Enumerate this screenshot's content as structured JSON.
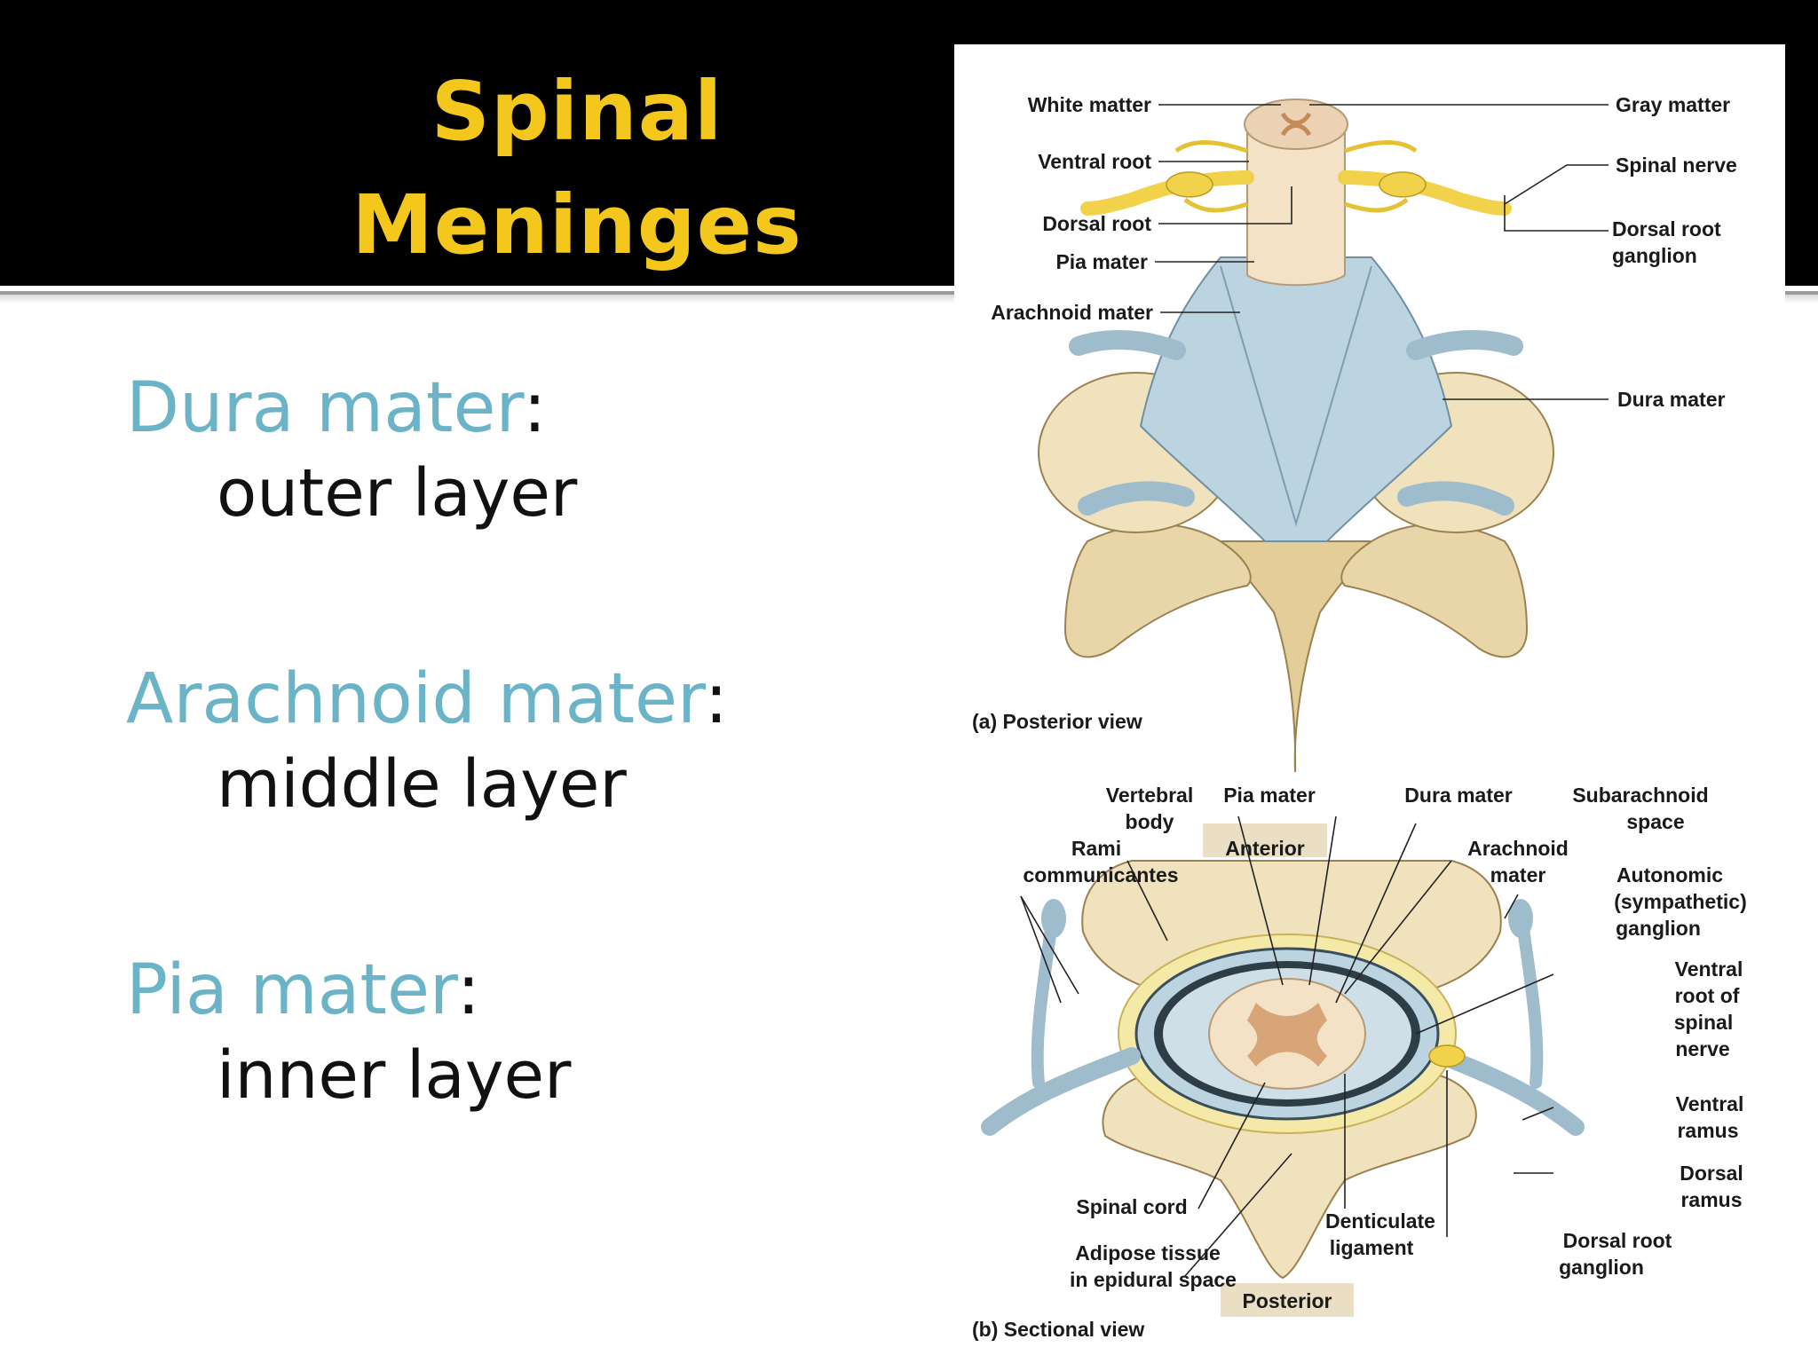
{
  "slide": {
    "title_line1": "Spinal",
    "title_line2": "Meninges"
  },
  "definitions": [
    {
      "term": "Dura mater",
      "colon": ":",
      "description": "outer layer"
    },
    {
      "term": "Arachnoid mater",
      "colon": ":",
      "description": "middle layer"
    },
    {
      "term": "Pia mater",
      "colon": ":",
      "description": "inner layer"
    }
  ],
  "figure": {
    "panel_a": {
      "caption": "(a) Posterior view",
      "labels": {
        "white_matter": "White matter",
        "ventral_root": "Ventral root",
        "dorsal_root": "Dorsal root",
        "pia_mater": "Pia mater",
        "arachnoid_mater": "Arachnoid mater",
        "gray_matter": "Gray matter",
        "spinal_nerve": "Spinal nerve",
        "drg_1": "Dorsal root",
        "drg_2": "ganglion",
        "dura_mater": "Dura mater"
      }
    },
    "panel_b": {
      "caption": "(b) Sectional view",
      "anterior": "Anterior",
      "posterior": "Posterior",
      "labels": {
        "vertebral_body_1": "Vertebral",
        "vertebral_body_2": "body",
        "pia_mater": "Pia mater",
        "dura_mater": "Dura mater",
        "subarachnoid_1": "Subarachnoid",
        "subarachnoid_2": "space",
        "rami_1": "Rami",
        "rami_2": "communicantes",
        "arachnoid_1": "Arachnoid",
        "arachnoid_2": "mater",
        "autonomic_1": "Autonomic",
        "autonomic_2": "(sympathetic)",
        "autonomic_3": "ganglion",
        "ventral_root_1": "Ventral",
        "ventral_root_2": "root of",
        "ventral_root_3": "spinal",
        "ventral_root_4": "nerve",
        "ventral_ramus_1": "Ventral",
        "ventral_ramus_2": "ramus",
        "dorsal_ramus_1": "Dorsal",
        "dorsal_ramus_2": "ramus",
        "spinal_cord": "Spinal cord",
        "denticulate_1": "Denticulate",
        "denticulate_2": "ligament",
        "drg_1": "Dorsal root",
        "drg_2": "ganglion",
        "adipose_1": "Adipose  tissue",
        "adipose_2": "in epidural space"
      }
    }
  },
  "colors": {
    "header_background": "#000000",
    "title": "#f3c71b",
    "term": "#6bb4c8",
    "body_text": "#111111",
    "bone": "#e8d6a8",
    "meninges": "#bcd3e0",
    "nerve": "#f1d24a"
  }
}
